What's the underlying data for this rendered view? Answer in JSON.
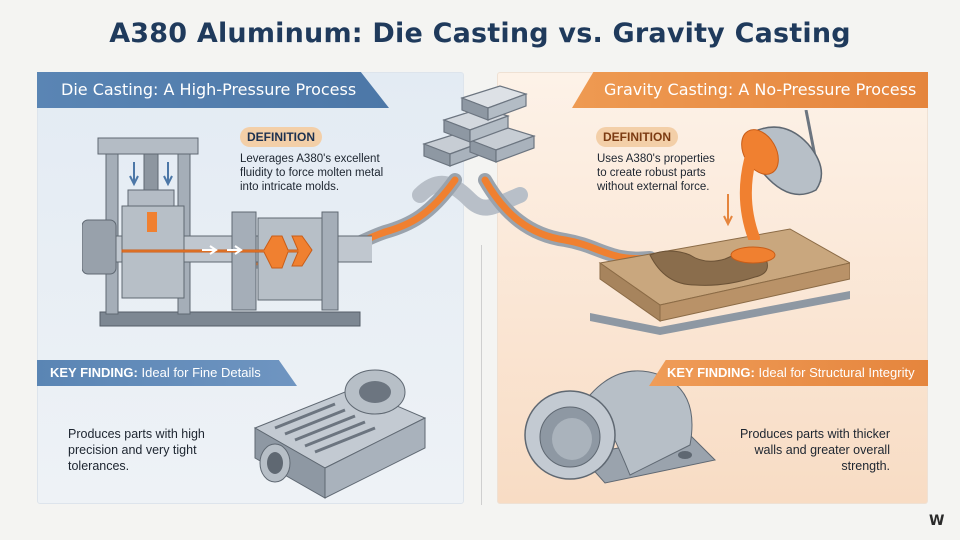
{
  "title": "A380 Aluminum: Die Casting vs. Gravity Casting",
  "left": {
    "header": "Die Casting: A High-Pressure Process",
    "definition_label": "DEFINITION",
    "definition_lines": [
      "Leverages A380's excellent",
      "fluidity to force molten metal",
      "into intricate molds."
    ],
    "key_finding_prefix": "KEY FINDING:",
    "key_finding_text": "Ideal for Fine Details",
    "finding_lines": [
      "Produces parts with high",
      "precision and very tight",
      "tolerances."
    ]
  },
  "right": {
    "header": "Gravity Casting: A No-Pressure Process",
    "definition_label": "DEFINITION",
    "definition_lines": [
      "Uses A380's properties",
      "to create robust parts",
      "without external force."
    ],
    "key_finding_prefix": "KEY FINDING:",
    "key_finding_text": "Ideal for Structural Integrity",
    "finding_lines": [
      "Produces parts with thicker",
      "walls and greater overall",
      "strength."
    ]
  },
  "logo": "W",
  "colors": {
    "blue_accent": "#4c77a7",
    "orange_accent": "#e5853d",
    "molten": "#f08030",
    "title": "#1f3a5c"
  },
  "icons": [
    "aluminum-ingots-icon",
    "die-casting-machine-icon",
    "ladle-icon",
    "sand-mold-icon",
    "engine-housing-part-icon",
    "pillow-block-part-icon"
  ]
}
